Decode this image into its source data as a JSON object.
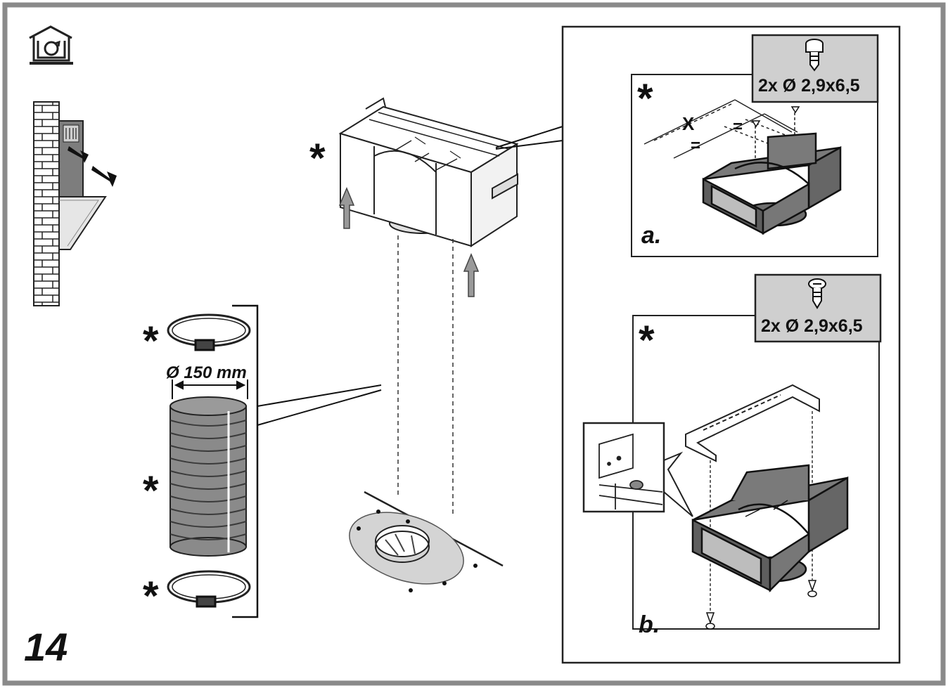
{
  "step_number": "14",
  "asterisk": "*",
  "duct_diameter": "Ø 150 mm",
  "panel_a": {
    "label": "a.",
    "screw_spec": "2x Ø 2,9x6,5",
    "dim_x": "X",
    "dim_eq": "="
  },
  "panel_b": {
    "label": "b.",
    "screw_spec": "2x Ø 2,9x6,5"
  },
  "colors": {
    "frame": "#8a8a8a",
    "ink": "#111111",
    "spec_box": "#cfcfcf",
    "part_dark": "#6e6e6e",
    "part_light": "#d9d9d9"
  }
}
